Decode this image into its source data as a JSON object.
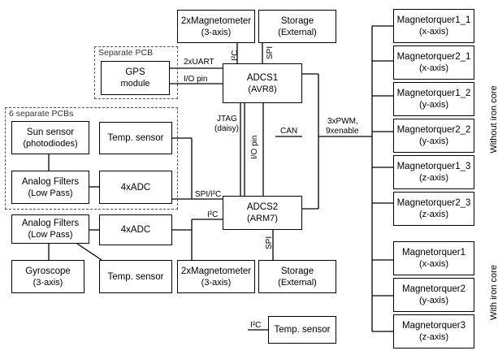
{
  "groups": {
    "separate_pcb": "Separate PCB",
    "six_pcbs": "6 separate PCBs"
  },
  "boxes": {
    "mag_top": {
      "main": "2xMagnetometer",
      "sub": "(3-axis)"
    },
    "storage_top": {
      "main": "Storage",
      "sub": "(External)"
    },
    "gps": {
      "main": "GPS",
      "sub": "module"
    },
    "adcs1": {
      "main": "ADCS1",
      "sub": "(AVR8)"
    },
    "sun_sensor": {
      "main": "Sun sensor",
      "sub": "(photodiodes)"
    },
    "temp1": {
      "main": "Temp. sensor",
      "sub": ""
    },
    "filters1": {
      "main": "Analog Filters",
      "sub": "(Low Pass)"
    },
    "adc1": {
      "main": "4xADC",
      "sub": ""
    },
    "adcs2": {
      "main": "ADCS2",
      "sub": "(ARM7)"
    },
    "filters2": {
      "main": "Analog Filters",
      "sub": "(Low Pass)"
    },
    "adc2": {
      "main": "4xADC",
      "sub": ""
    },
    "gyro": {
      "main": "Gyroscope",
      "sub": "(3-axis)"
    },
    "temp2": {
      "main": "Temp. sensor",
      "sub": ""
    },
    "mag_bottom": {
      "main": "2xMagnetometer",
      "sub": "(3-axis)"
    },
    "storage_bottom": {
      "main": "Storage",
      "sub": "(External)"
    },
    "temp3": {
      "main": "Temp. sensor",
      "sub": ""
    },
    "mt1_1": {
      "main": "Magnetorquer1_1",
      "sub": "(x-axis)"
    },
    "mt2_1": {
      "main": "Magnetorquer2_1",
      "sub": "(x-axis)"
    },
    "mt1_2": {
      "main": "Magnetorquer1_2",
      "sub": "(y-axis)"
    },
    "mt2_2": {
      "main": "Magnetorquer2_2",
      "sub": "(y-axis)"
    },
    "mt1_3": {
      "main": "Magnetorquer1_3",
      "sub": "(z-axis)"
    },
    "mt2_3": {
      "main": "Magnetorquer2_3",
      "sub": "(z-axis)"
    },
    "mt1": {
      "main": "Magnetorquer1",
      "sub": "(x-axis)"
    },
    "mt2": {
      "main": "Magnetorquer2",
      "sub": "(y-axis)"
    },
    "mt3": {
      "main": "Magnetorquer3",
      "sub": "(z-axis)"
    }
  },
  "labels": {
    "uart": "2xUART",
    "io_pin": "I/O pin",
    "i2c": "I²C",
    "spi": "SPI",
    "jtag": "JTAG",
    "daisy": "(daisy)",
    "io_pin_vertical": "I/O pin",
    "can": "CAN",
    "pwm1": "3xPWM,",
    "pwm2": "9xenable",
    "spi_i2c": "SPI/I²C",
    "without_iron_core": "Without iron core",
    "with_iron_core": "With iron core"
  }
}
